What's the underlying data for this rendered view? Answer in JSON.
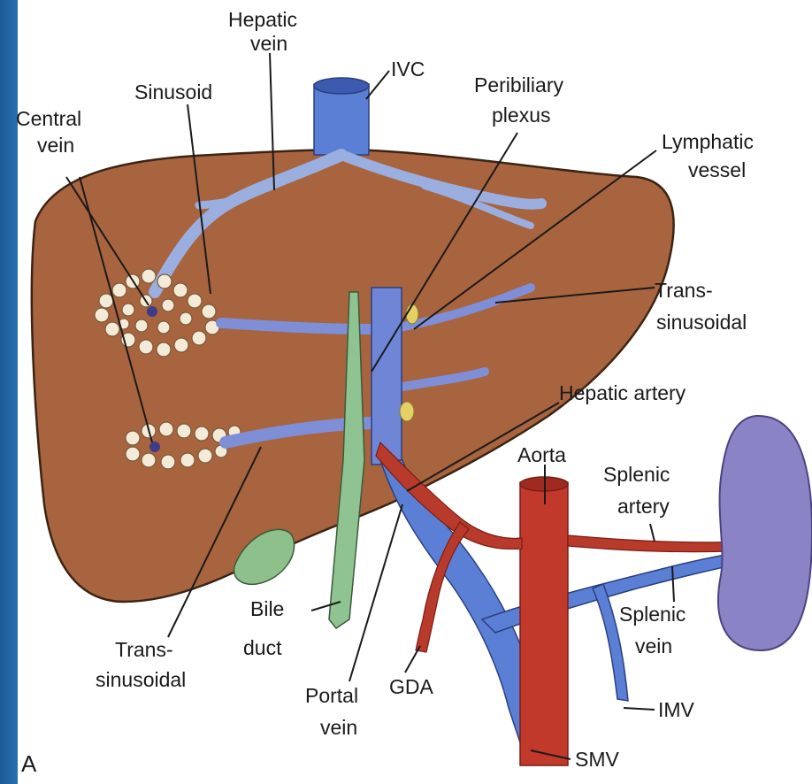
{
  "labels": {
    "hepatic_vein": [
      "Hepatic",
      "vein"
    ],
    "ivc": "IVC",
    "sinusoid": "Sinusoid",
    "central_vein": [
      "Central",
      "vein"
    ],
    "peribiliary_plexus": [
      "Peribiliary",
      "plexus"
    ],
    "lymphatic_vessel": [
      "Lymphatic",
      "vessel"
    ],
    "trans_sinusoidal_right": [
      "Trans-",
      "sinusoidal"
    ],
    "hepatic_artery": "Hepatic artery",
    "aorta": "Aorta",
    "splenic_artery": [
      "Splenic",
      "artery"
    ],
    "splenic_vein": [
      "Splenic",
      "vein"
    ],
    "bile_duct": [
      "Bile",
      "duct"
    ],
    "trans_sinusoidal_left": [
      "Trans-",
      "sinusoidal"
    ],
    "portal_vein": [
      "Portal",
      "vein"
    ],
    "gda": "GDA",
    "imv": "IMV",
    "smv": "SMV",
    "panel_letter": "A"
  },
  "colors": {
    "frame": "#1f5f9a",
    "liver": "#a8643f",
    "liver_outline": "#3b2414",
    "vein": "#5b7fd4",
    "vein_light": "#9aaee0",
    "artery": "#c0392b",
    "artery_dark": "#a02a1f",
    "bile": "#8fc391",
    "spleen": "#8a84c6",
    "gallbladder": "#8ec08c",
    "lymph": "#e6d066"
  }
}
